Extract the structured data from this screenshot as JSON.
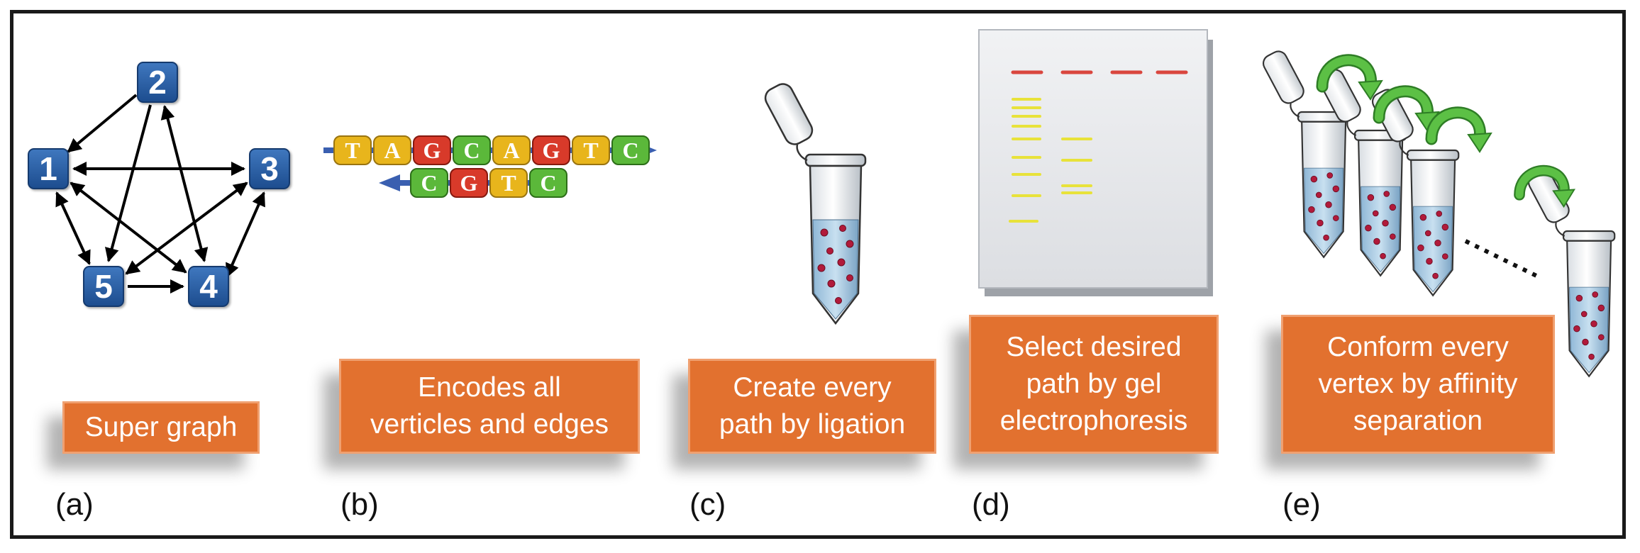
{
  "panels": [
    {
      "letter": "(a)",
      "caption": [
        "Super graph"
      ]
    },
    {
      "letter": "(b)",
      "caption": [
        "Encodes all",
        "verticles and edges"
      ]
    },
    {
      "letter": "(c)",
      "caption": [
        "Create every",
        "path by ligation"
      ]
    },
    {
      "letter": "(d)",
      "caption": [
        "Select desired",
        "path by gel",
        "electrophoresis"
      ]
    },
    {
      "letter": "(e)",
      "caption": [
        "Conform every",
        "vertex by affinity",
        "separation"
      ]
    }
  ],
  "graph": {
    "nodes": [
      "1",
      "2",
      "3",
      "4",
      "5"
    ],
    "edges": [
      {
        "from": "2",
        "to": "1",
        "directed": true
      },
      {
        "from": "2",
        "to": "5",
        "directed": true
      },
      {
        "from": "2",
        "to": "4",
        "bidirectional": true
      },
      {
        "from": "1",
        "to": "3",
        "bidirectional": true
      },
      {
        "from": "1",
        "to": "5",
        "bidirectional": true
      },
      {
        "from": "1",
        "to": "4",
        "bidirectional": true
      },
      {
        "from": "3",
        "to": "5",
        "bidirectional": true
      },
      {
        "from": "3",
        "to": "4",
        "bidirectional": true
      },
      {
        "from": "5",
        "to": "4",
        "directed": true
      }
    ],
    "node_color": "#2a5ea8"
  },
  "dna": {
    "top_strand": [
      "T",
      "A",
      "G",
      "C",
      "A",
      "G",
      "T",
      "C"
    ],
    "bottom_strand": [
      "C",
      "G",
      "T",
      "C"
    ],
    "base_colors": {
      "A": "#e8b51c",
      "T": "#e8b51c",
      "G": "#d83a2a",
      "C": "#5bb83a"
    }
  },
  "colors": {
    "caption_box": "#e2712f",
    "gel_marker": "#e8e23a",
    "gel_well": "#d9463e",
    "arrow_green": "#4fae3a"
  }
}
